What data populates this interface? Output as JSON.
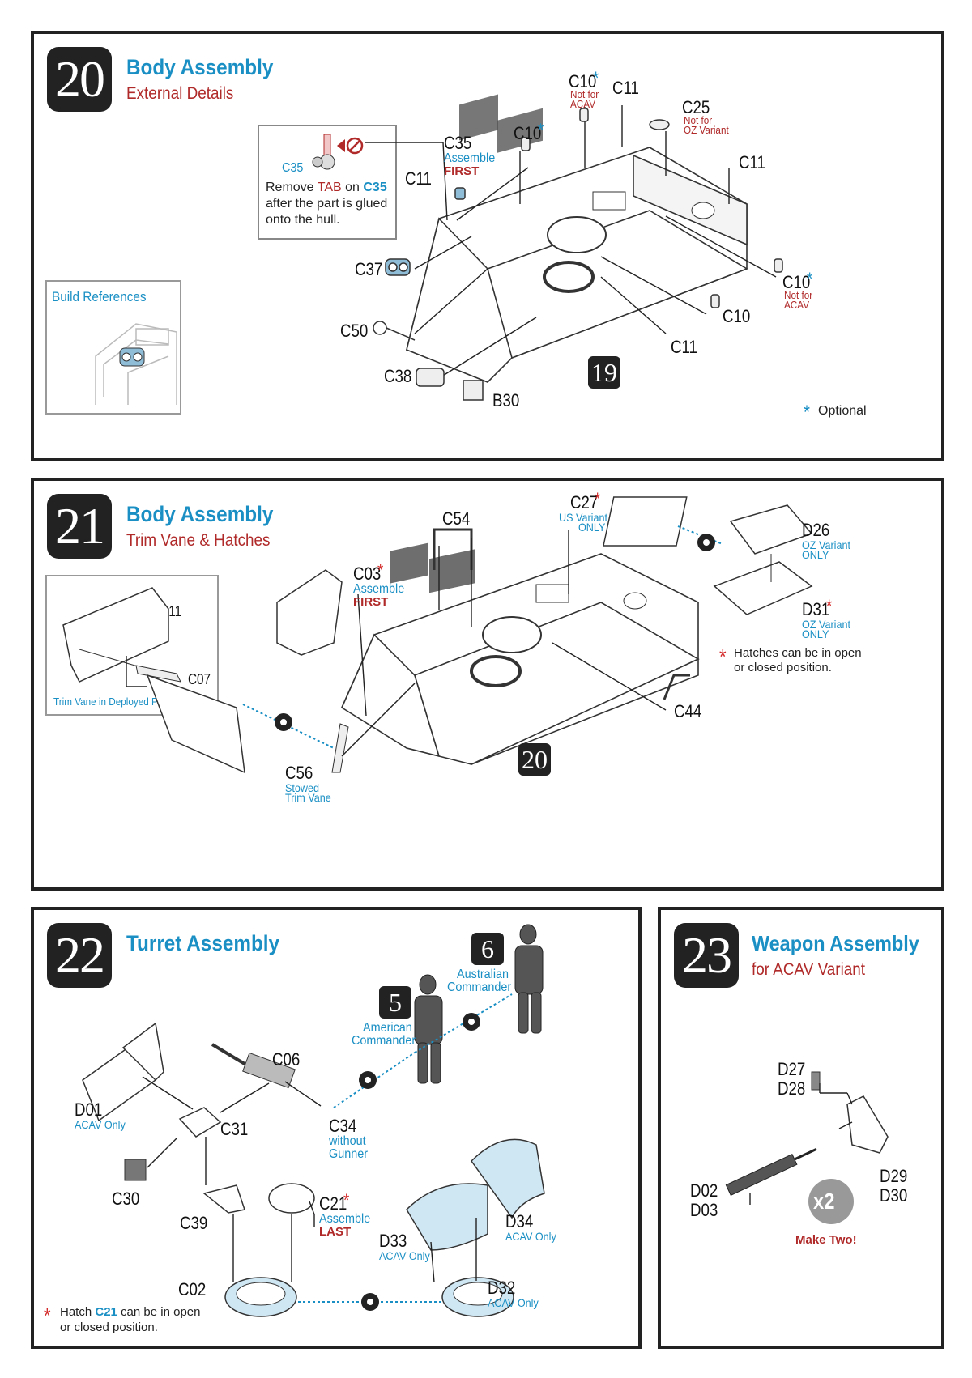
{
  "steps": {
    "s20": {
      "number": "20",
      "title": "Body Assembly",
      "subtitle": "External Details",
      "tip": {
        "part": "C35",
        "line1_a": "Remove ",
        "line1_tab": "TAB",
        "line1_b": " on ",
        "line1_part": "C35",
        "line2": "after the part is glued",
        "line3": "onto the hull."
      },
      "build_ref": "Build References",
      "labels": {
        "c10a": "C10",
        "c10a_note1": "Not for",
        "c10a_note2": "ACAV",
        "c11a": "C11",
        "c25": "C25",
        "c25_note1": "Not for",
        "c25_note2": "OZ Variant",
        "c10b": "C10",
        "c35": "C35",
        "c35_note1": "Assemble",
        "c35_note2": "FIRST",
        "c11b": "C11",
        "c11c": "C11",
        "c37": "C37",
        "c50": "C50",
        "c38": "C38",
        "b30": "B30",
        "c10c": "C10",
        "c10c_note1": "Not for",
        "c10c_note2": "ACAV",
        "c10d": "C10",
        "c11d": "C11"
      },
      "ref_step": "19",
      "optional": "Optional"
    },
    "s21": {
      "number": "21",
      "title": "Body Assembly",
      "subtitle": "Trim Vane & Hatches",
      "labels": {
        "a11": "A11",
        "c07": "C07",
        "trim_caption": "Trim Vane in Deployed Position",
        "c54": "C54",
        "c03": "C03",
        "c03_note1": "Assemble",
        "c03_note2": "FIRST",
        "c27": "C27",
        "c27_note1": "US Variant",
        "c27_note2": "ONLY",
        "d26": "D26",
        "d26_note1": "OZ Variant",
        "d26_note2": "ONLY",
        "d31": "D31",
        "d31_note1": "OZ Variant",
        "d31_note2": "ONLY",
        "hatch_note1": "Hatches can be in open",
        "hatch_note2": "or closed position.",
        "c44": "C44",
        "c56": "C56",
        "c56_note1": "Stowed",
        "c56_note2": "Trim Vane"
      },
      "ref_step": "20"
    },
    "s22": {
      "number": "22",
      "title": "Turret Assembly",
      "labels": {
        "fig6": "6",
        "fig6_note1": "Australian",
        "fig6_note2": "Commander",
        "fig5": "5",
        "fig5_note1": "American",
        "fig5_note2": "Commander",
        "c06": "C06",
        "d01": "D01",
        "d01_note": "ACAV Only",
        "c31": "C31",
        "c34": "C34",
        "c34_note1": "without",
        "c34_note2": "Gunner",
        "c30": "C30",
        "c39": "C39",
        "c21": "C21",
        "c21_note1": "Assemble",
        "c21_note2": "LAST",
        "d34": "D34",
        "d34_note": "ACAV Only",
        "d33": "D33",
        "d33_note": "ACAV Only",
        "c02": "C02",
        "d32": "D32",
        "d32_note": "ACAV Only",
        "hatch_note_a": "Hatch ",
        "hatch_note_part": "C21",
        "hatch_note_b": " can be in open",
        "hatch_note2": "or closed position."
      }
    },
    "s23": {
      "number": "23",
      "title": "Weapon Assembly",
      "subtitle": "for ACAV Variant",
      "labels": {
        "d27": "D27",
        "d28": "D28",
        "d29": "D29",
        "d30": "D30",
        "d02": "D02",
        "d03": "D03",
        "x2": "x2",
        "make_two": "Make Two!"
      }
    }
  },
  "colors": {
    "accent_blue": "#1a8fc4",
    "accent_red": "#b02a2a",
    "part_blue": "#cfe6f3",
    "frame": "#222222"
  },
  "icons": [
    "no-cement-icon",
    "flip-arrow-icon",
    "hull-illustration",
    "figure-illustration",
    "machine-gun-illustration"
  ]
}
